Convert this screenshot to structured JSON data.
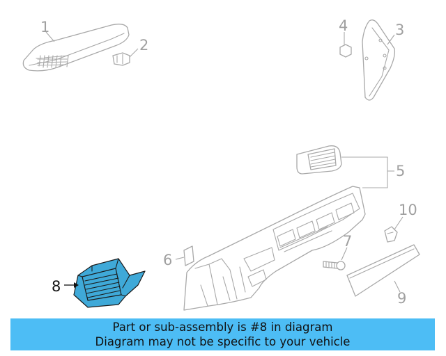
{
  "callouts": {
    "c1": "1",
    "c2": "2",
    "c3": "3",
    "c4": "4",
    "c5": "5",
    "c6": "6",
    "c7": "7",
    "c8": "8",
    "c9": "9",
    "c10": "10"
  },
  "highlighted_part": "8",
  "colors": {
    "highlight_fill": "#3fa9d8",
    "banner_bg": "#4dbdf5",
    "line_gray": "#a8a8a8"
  },
  "banner": {
    "line1": "Part or sub-assembly is #8 in diagram",
    "line2": "Diagram may not be specific to your vehicle"
  }
}
